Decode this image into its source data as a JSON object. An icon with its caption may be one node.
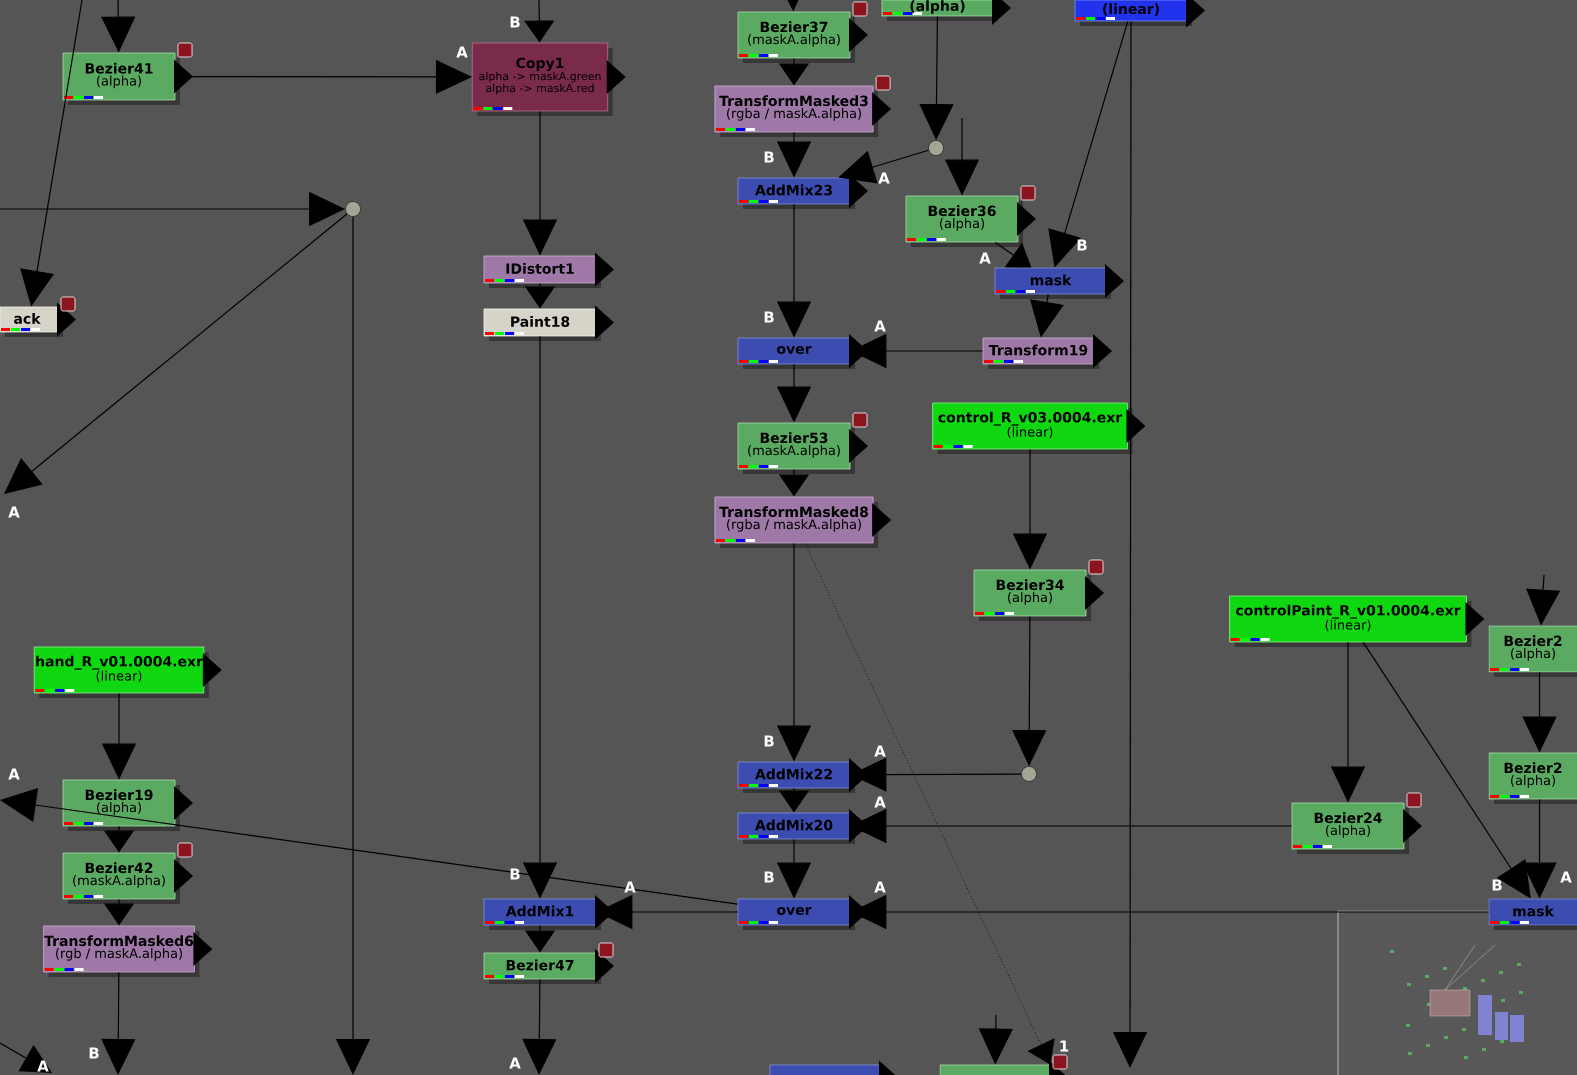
{
  "diagram": {
    "nodes": [
      {
        "text": [
          "Bezier41",
          "(alpha)"
        ]
      },
      {
        "text": [
          "Copy1",
          "alpha -> maskA.green",
          "alpha -> maskA.red"
        ]
      },
      {
        "text": [
          "ack"
        ]
      },
      {
        "text": [
          "IDistort1"
        ]
      },
      {
        "text": [
          "Paint18"
        ]
      },
      {
        "text": [],
        "shape": "circle"
      },
      {
        "text": [
          "Bezier37",
          "(maskA.alpha)"
        ]
      },
      {
        "text": [
          "(alpha)"
        ]
      },
      {
        "text": [
          "(linear)"
        ]
      },
      {
        "text": [
          "TransformMasked3",
          "(rgba / maskA.alpha)"
        ]
      },
      {
        "text": [],
        "shape": "circle"
      },
      {
        "text": [
          "AddMix23"
        ]
      },
      {
        "text": [
          "Bezier36",
          "(alpha)"
        ]
      },
      {
        "text": [
          "mask"
        ]
      },
      {
        "text": [
          "over"
        ]
      },
      {
        "text": [
          "Transform19"
        ]
      },
      {
        "text": [
          "Bezier53",
          "(maskA.alpha)"
        ]
      },
      {
        "text": [
          "control_R_v03.0004.exr",
          "(linear)"
        ]
      },
      {
        "text": [
          "TransformMasked8",
          "(rgba / maskA.alpha)"
        ]
      },
      {
        "text": [
          "Bezier34",
          "(alpha)"
        ]
      },
      {
        "text": [
          "controlPaint_R_v01.0004.exr",
          "(linear)"
        ]
      },
      {
        "text": [
          "Bezier2",
          "(alpha)"
        ]
      },
      {
        "text": [
          "hand_R_v01.0004.exr",
          "(linear)"
        ]
      },
      {
        "text": [],
        "shape": "circle"
      },
      {
        "text": [
          "AddMix22"
        ]
      },
      {
        "text": [
          "Bezier2",
          "(alpha)"
        ]
      },
      {
        "text": [
          "Bezier19",
          "(alpha)"
        ]
      },
      {
        "text": [
          "AddMix20"
        ]
      },
      {
        "text": [
          "Bezier24",
          "(alpha)"
        ]
      },
      {
        "text": [
          "Bezier42",
          "(maskA.alpha)"
        ]
      },
      {
        "text": [
          "over"
        ]
      },
      {
        "text": [
          "AddMix1"
        ]
      },
      {
        "text": [
          "mask"
        ]
      },
      {
        "text": [
          "TransformMasked6",
          "(rgb / maskA.alpha)"
        ]
      },
      {
        "text": [
          "Bezier47"
        ]
      },
      {
        "text": [],
        "shape": "box"
      },
      {
        "text": [],
        "shape": "box"
      }
    ],
    "edges": [
      {
        "from": null,
        "to": 0,
        "arrow": "to"
      },
      {
        "from": null,
        "to": 2,
        "arrow": "to"
      },
      {
        "from": 0,
        "to": 1,
        "arrow": "to",
        "label": "A"
      },
      {
        "from": null,
        "to": 1,
        "arrow": "to",
        "label": "B"
      },
      {
        "from": null,
        "to": 5,
        "arrow": "to"
      },
      {
        "from": 5,
        "to": null,
        "arrow": "to"
      },
      {
        "from": 5,
        "to": null,
        "arrow": "to",
        "label": "A"
      },
      {
        "from": 1,
        "to": 3,
        "arrow": "to"
      },
      {
        "from": 3,
        "to": 4,
        "arrow": "to"
      },
      {
        "from": 4,
        "to": 31,
        "arrow": "to",
        "label": "B"
      },
      {
        "from": null,
        "to": 6,
        "arrow": "to"
      },
      {
        "from": 6,
        "to": 9,
        "arrow": "to"
      },
      {
        "from": 9,
        "to": 11,
        "arrow": "to",
        "label": "B"
      },
      {
        "from": 7,
        "to": 10,
        "arrow": "to"
      },
      {
        "from": 10,
        "to": 11,
        "arrow": "to",
        "label": "A"
      },
      {
        "from": null,
        "to": 12,
        "arrow": "to"
      },
      {
        "from": 12,
        "to": 13,
        "arrow": "to",
        "label": "A"
      },
      {
        "from": 8,
        "to": 13,
        "arrow": "to",
        "label": "B"
      },
      {
        "from": 8,
        "to": null,
        "arrow": "to"
      },
      {
        "from": 11,
        "to": 14,
        "arrow": "to",
        "label": "B"
      },
      {
        "from": 13,
        "to": 15,
        "arrow": "to"
      },
      {
        "from": 15,
        "to": 14,
        "arrow": "to",
        "label": "A"
      },
      {
        "from": 14,
        "to": 16,
        "arrow": "to"
      },
      {
        "from": 16,
        "to": 18,
        "arrow": "to"
      },
      {
        "from": 18,
        "to": 24,
        "arrow": "to",
        "label": "B"
      },
      {
        "from": 18,
        "to": 36,
        "arrow": "to",
        "label": "1",
        "style": "dashed"
      },
      {
        "from": 17,
        "to": 19,
        "arrow": "to"
      },
      {
        "from": 19,
        "to": 23,
        "arrow": "to"
      },
      {
        "from": 23,
        "to": 24,
        "arrow": "to",
        "label": "A"
      },
      {
        "from": 24,
        "to": 27,
        "arrow": "to"
      },
      {
        "from": 28,
        "to": 27,
        "arrow": "to",
        "label": "A"
      },
      {
        "from": 27,
        "to": 30,
        "arrow": "to",
        "label": "B"
      },
      {
        "from": 32,
        "to": 30,
        "arrow": "to",
        "label": "A"
      },
      {
        "from": 30,
        "to": 31,
        "arrow": "to",
        "label": "A"
      },
      {
        "from": 20,
        "to": 28,
        "arrow": "to"
      },
      {
        "from": 20,
        "to": 32,
        "arrow": "to",
        "label": "B"
      },
      {
        "from": null,
        "to": 21,
        "arrow": "to"
      },
      {
        "from": 21,
        "to": 25,
        "arrow": "to"
      },
      {
        "from": 25,
        "to": 32,
        "arrow": "to",
        "label": "A"
      },
      {
        "from": 22,
        "to": 26,
        "arrow": "to"
      },
      {
        "from": 26,
        "to": 29,
        "arrow": "to"
      },
      {
        "from": 29,
        "to": 33,
        "arrow": "to"
      },
      {
        "from": 33,
        "to": null,
        "arrow": "to",
        "label": "B"
      },
      {
        "from": 31,
        "to": 34,
        "arrow": "to"
      },
      {
        "from": 34,
        "to": null,
        "arrow": "to",
        "label": "A"
      },
      {
        "from": 30,
        "to": null,
        "arrow": "to",
        "label": "A"
      },
      {
        "from": null,
        "to": 36,
        "arrow": "to"
      }
    ],
    "labels": [
      "A"
    ]
  }
}
